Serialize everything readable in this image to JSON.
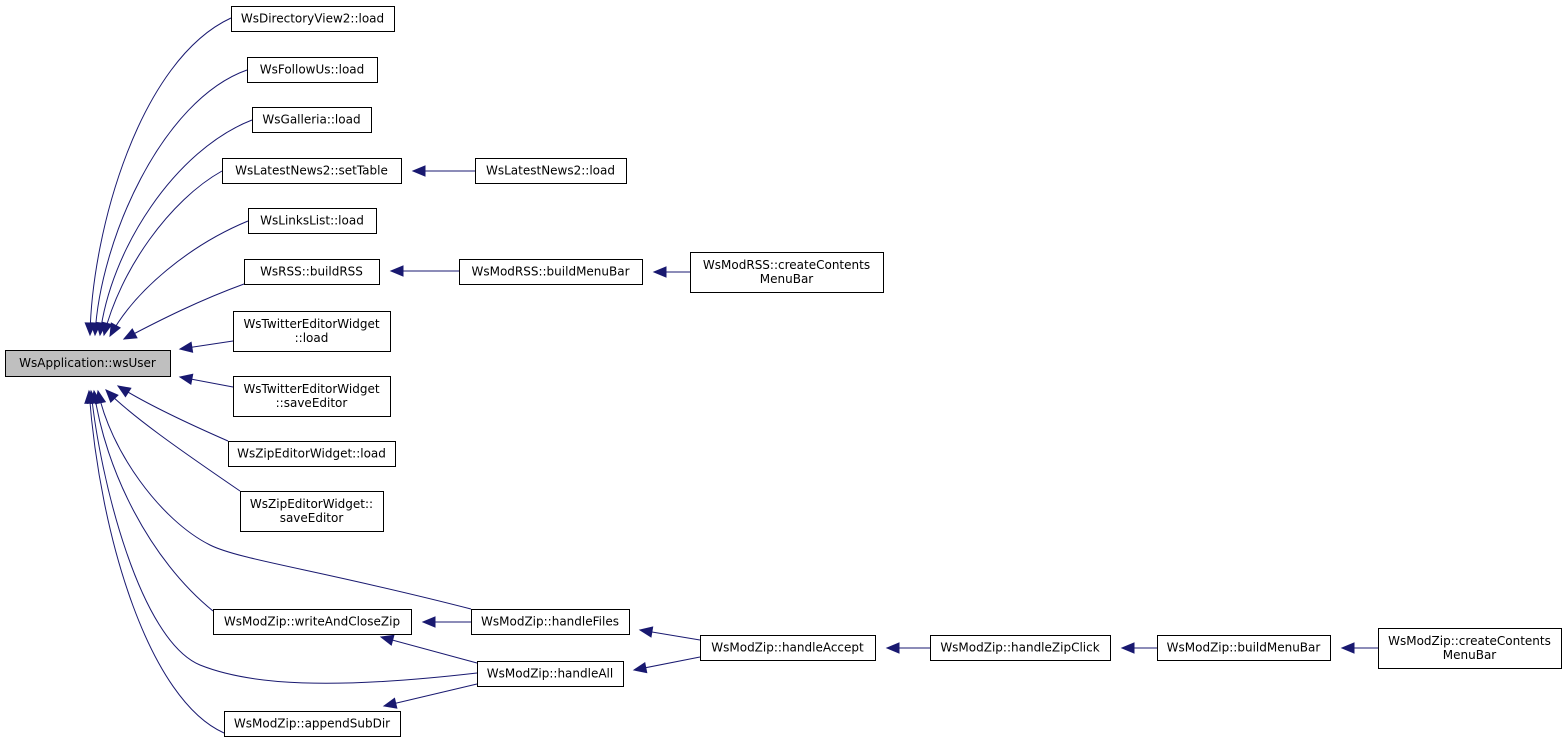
{
  "diagram": {
    "type": "call-graph",
    "colors": {
      "edge": "#191970",
      "root_fill": "#bfbfbf",
      "node_fill": "#ffffff",
      "border": "#000000"
    },
    "nodes": [
      {
        "id": "root",
        "lines": [
          "WsApplication::wsUser"
        ],
        "highlight": true
      },
      {
        "id": "dirview",
        "lines": [
          "WsDirectoryView2::load"
        ]
      },
      {
        "id": "followus",
        "lines": [
          "WsFollowUs::load"
        ]
      },
      {
        "id": "galleria",
        "lines": [
          "WsGalleria::load"
        ]
      },
      {
        "id": "latest_settable",
        "lines": [
          "WsLatestNews2::setTable"
        ]
      },
      {
        "id": "latest_load",
        "lines": [
          "WsLatestNews2::load"
        ]
      },
      {
        "id": "links",
        "lines": [
          "WsLinksList::load"
        ]
      },
      {
        "id": "rss_build",
        "lines": [
          "WsRSS::buildRSS"
        ]
      },
      {
        "id": "modrss_menubar",
        "lines": [
          "WsModRSS::buildMenuBar"
        ]
      },
      {
        "id": "modrss_create",
        "lines": [
          "WsModRSS::createContents",
          "MenuBar"
        ]
      },
      {
        "id": "twitter_load",
        "lines": [
          "WsTwitterEditorWidget",
          "::load"
        ]
      },
      {
        "id": "twitter_save",
        "lines": [
          "WsTwitterEditorWidget",
          "::saveEditor"
        ]
      },
      {
        "id": "zipeditor_load",
        "lines": [
          "WsZipEditorWidget::load"
        ]
      },
      {
        "id": "zipeditor_save",
        "lines": [
          "WsZipEditorWidget::",
          "saveEditor"
        ]
      },
      {
        "id": "modzip_write",
        "lines": [
          "WsModZip::writeAndCloseZip"
        ]
      },
      {
        "id": "modzip_append",
        "lines": [
          "WsModZip::appendSubDir"
        ]
      },
      {
        "id": "modzip_files",
        "lines": [
          "WsModZip::handleFiles"
        ]
      },
      {
        "id": "modzip_all",
        "lines": [
          "WsModZip::handleAll"
        ]
      },
      {
        "id": "modzip_accept",
        "lines": [
          "WsModZip::handleAccept"
        ]
      },
      {
        "id": "modzip_zipclick",
        "lines": [
          "WsModZip::handleZipClick"
        ]
      },
      {
        "id": "modzip_menubar",
        "lines": [
          "WsModZip::buildMenuBar"
        ]
      },
      {
        "id": "modzip_create",
        "lines": [
          "WsModZip::createContents",
          "MenuBar"
        ]
      }
    ],
    "edges": [
      {
        "from": "dirview",
        "to": "root"
      },
      {
        "from": "followus",
        "to": "root"
      },
      {
        "from": "galleria",
        "to": "root"
      },
      {
        "from": "latest_settable",
        "to": "root"
      },
      {
        "from": "links",
        "to": "root"
      },
      {
        "from": "rss_build",
        "to": "root"
      },
      {
        "from": "twitter_load",
        "to": "root"
      },
      {
        "from": "twitter_save",
        "to": "root"
      },
      {
        "from": "zipeditor_load",
        "to": "root"
      },
      {
        "from": "zipeditor_save",
        "to": "root"
      },
      {
        "from": "modzip_files",
        "to": "root"
      },
      {
        "from": "modzip_write",
        "to": "root"
      },
      {
        "from": "modzip_all",
        "to": "root"
      },
      {
        "from": "modzip_append",
        "to": "root"
      },
      {
        "from": "latest_load",
        "to": "latest_settable"
      },
      {
        "from": "modrss_menubar",
        "to": "rss_build"
      },
      {
        "from": "modrss_create",
        "to": "modrss_menubar"
      },
      {
        "from": "modzip_files",
        "to": "modzip_write"
      },
      {
        "from": "modzip_all",
        "to": "modzip_write"
      },
      {
        "from": "modzip_all",
        "to": "modzip_append"
      },
      {
        "from": "modzip_accept",
        "to": "modzip_files"
      },
      {
        "from": "modzip_accept",
        "to": "modzip_all"
      },
      {
        "from": "modzip_zipclick",
        "to": "modzip_accept"
      },
      {
        "from": "modzip_menubar",
        "to": "modzip_zipclick"
      },
      {
        "from": "modzip_create",
        "to": "modzip_menubar"
      }
    ]
  }
}
